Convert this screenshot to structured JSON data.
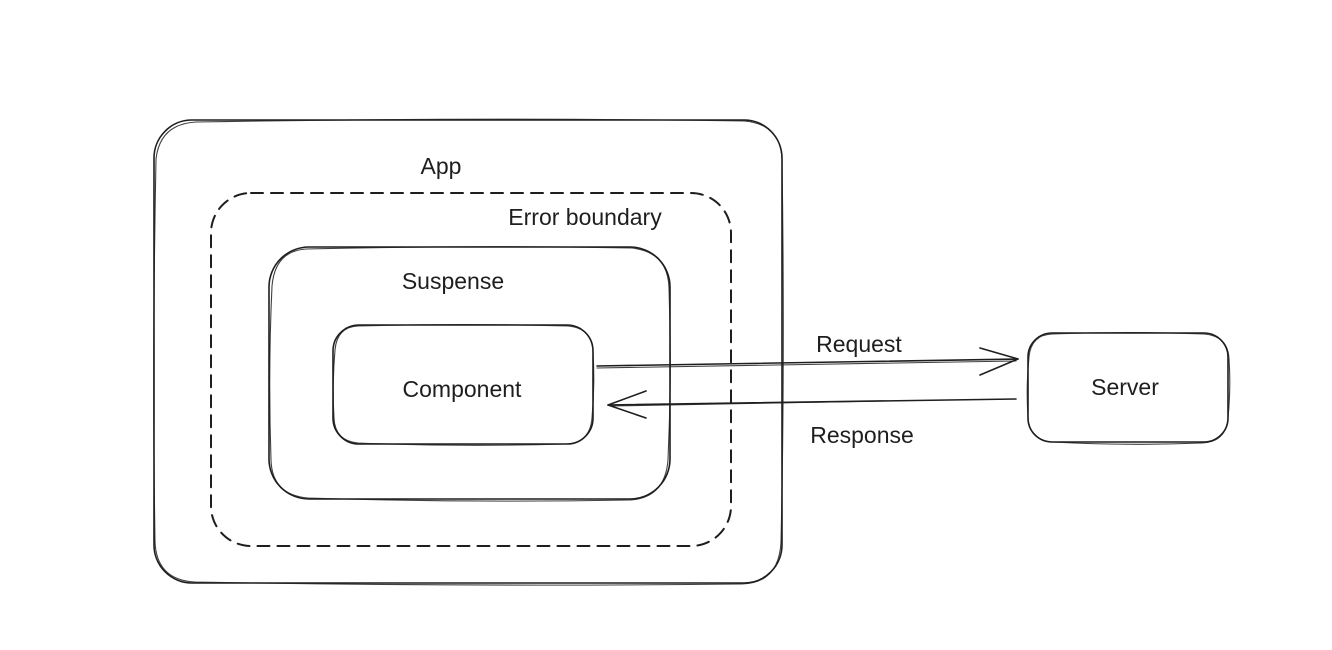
{
  "diagram": {
    "nodes": {
      "app": {
        "label": "App"
      },
      "error_boundary": {
        "label": "Error boundary"
      },
      "suspense": {
        "label": "Suspense"
      },
      "component": {
        "label": "Component"
      },
      "server": {
        "label": "Server"
      }
    },
    "edges": {
      "request": {
        "label": "Request",
        "from": "Component",
        "to": "Server"
      },
      "response": {
        "label": "Response",
        "from": "Server",
        "to": "Component"
      }
    },
    "colors": {
      "stroke": "#1e1e1e",
      "background": "#ffffff"
    }
  }
}
